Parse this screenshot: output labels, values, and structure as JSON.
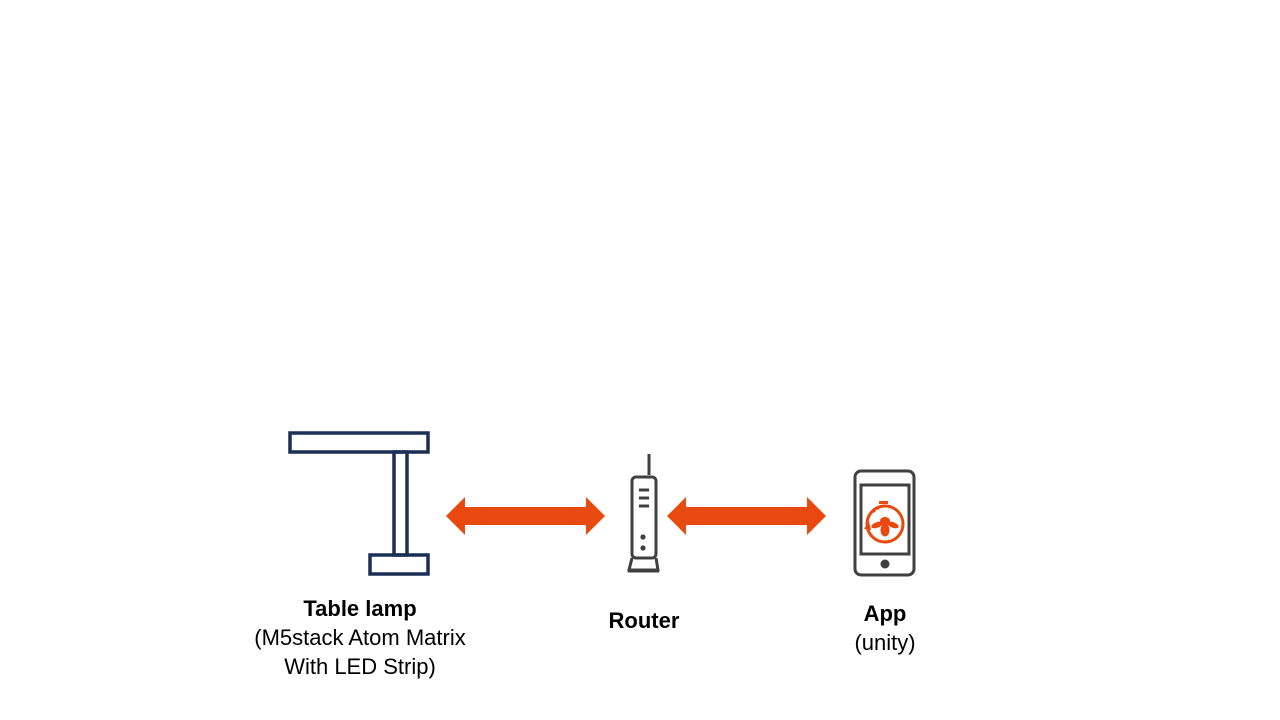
{
  "colors": {
    "lamp_stroke": "#1b2f55",
    "arrow": "#e8490f",
    "device_stroke": "#404040",
    "app_logo": "#e8490f"
  },
  "nodes": {
    "lamp": {
      "icon": "table-lamp-icon",
      "title": "Table lamp",
      "subtitle_line1": "(M5stack Atom Matrix",
      "subtitle_line2": "With LED Strip)"
    },
    "router": {
      "icon": "router-icon",
      "title": "Router"
    },
    "app": {
      "icon": "smartphone-icon",
      "title": "App",
      "subtitle": "(unity)"
    }
  },
  "connections": [
    {
      "from": "Table lamp",
      "to": "Router",
      "direction": "bidirectional"
    },
    {
      "from": "Router",
      "to": "App",
      "direction": "bidirectional"
    }
  ]
}
